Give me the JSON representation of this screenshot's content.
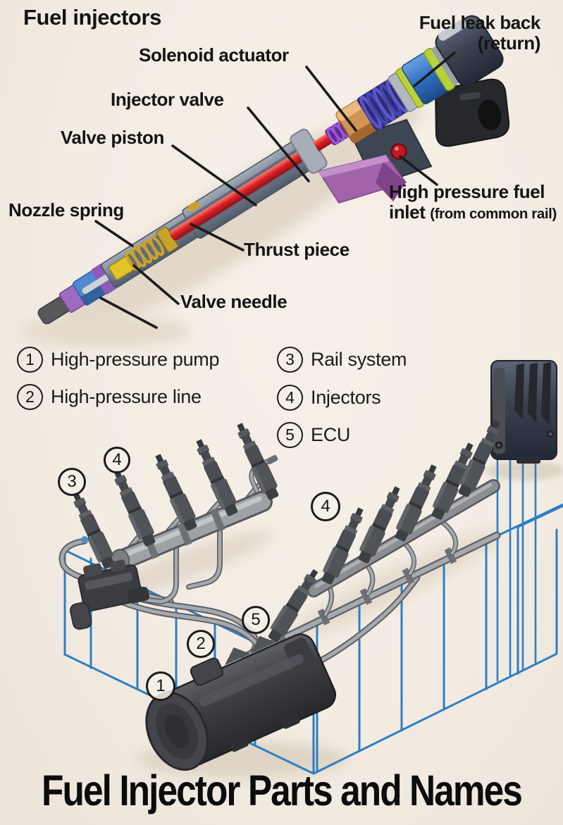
{
  "colors": {
    "background": "#f3ece3",
    "wireframe_blue": "#2e7ec2",
    "steel": "#9ea1a6",
    "label_text": "#141414",
    "red_rod": "#c0191f",
    "copper": "#d29455",
    "solenoid_blue": "#2f6fc0",
    "ring_green": "#b9d23a",
    "lever_purple": "#a263aa"
  },
  "top_diagram": {
    "title": "Fuel injectors",
    "labels": {
      "solenoid_actuator": "Solenoid actuator",
      "fuel_leak_back_line1": "Fuel leak back",
      "fuel_leak_back_line2": "(return)",
      "injector_valve": "Injector valve",
      "valve_piston": "Valve piston",
      "nozzle_spring": "Nozzle spring",
      "thrust_piece": "Thrust piece",
      "valve_needle": "Valve needle",
      "high_pressure_inlet_line1": "High pressure fuel",
      "high_pressure_inlet_word": "inlet",
      "high_pressure_inlet_paren": "(from common rail)"
    }
  },
  "legend": {
    "items": [
      {
        "number": "1",
        "label": "High-pressure pump"
      },
      {
        "number": "2",
        "label": "High-pressure line"
      },
      {
        "number": "3",
        "label": "Rail system"
      },
      {
        "number": "4",
        "label": "Injectors"
      },
      {
        "number": "5",
        "label": "ECU"
      }
    ]
  },
  "bottom_diagram": {
    "callouts": [
      {
        "number": "3"
      },
      {
        "number": "4"
      },
      {
        "number": "4"
      },
      {
        "number": "5"
      },
      {
        "number": "2"
      },
      {
        "number": "1"
      }
    ]
  },
  "footer": {
    "title": "Fuel Injector Parts and Names"
  }
}
